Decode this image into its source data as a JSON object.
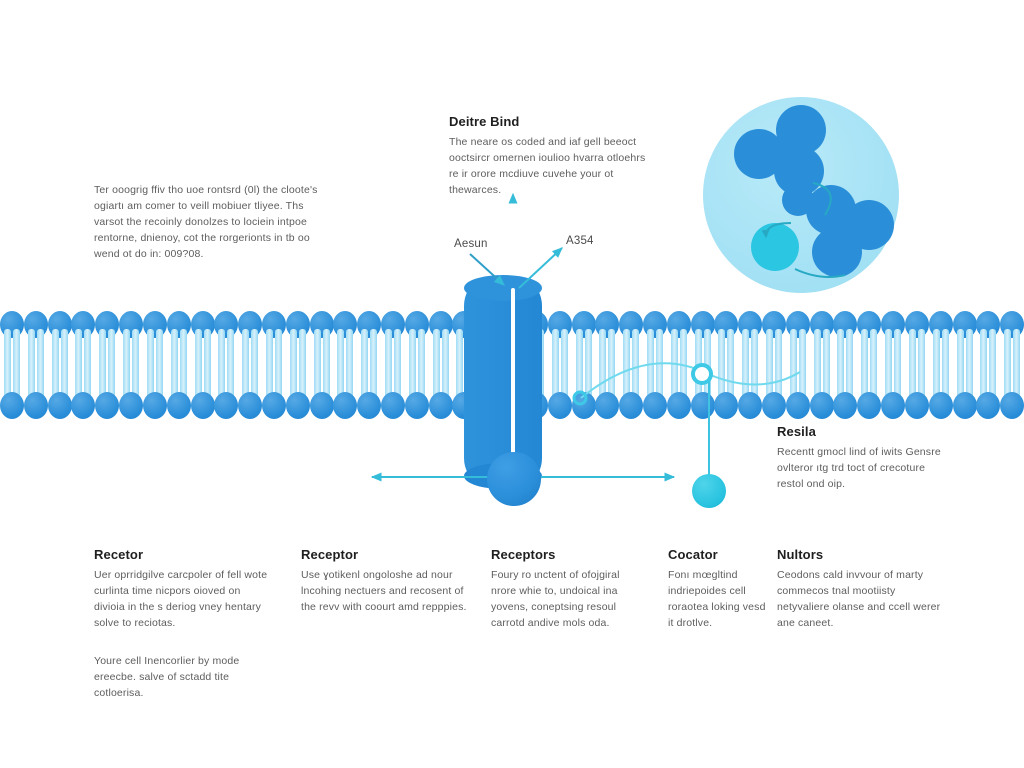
{
  "figure": {
    "palette": {
      "background": "#ffffff",
      "membrane_head": "#2a8ed9",
      "membrane_tail": "#9fdcf6",
      "protein": "#2a8ed9",
      "accent_cyan": "#29c3e0",
      "arrow": "#35bcd9",
      "ligand_field": "#a6e2f5",
      "heading_text": "#1f1f1f",
      "body_text": "#5d5d5d"
    }
  },
  "intro_note": {
    "text": "Ter ooogrig ffiv tho uoe rontsrd (0l) the cloote's ogiartı am comer to veill mobiuer tliyee. Ths varsot the recoinly donolzes to lociein intpoe rentorne, dnienoy, cot the rorgerionts in tb oo wend ot do in: 009?08."
  },
  "ligand_callout": {
    "heading": "Deitre Bind",
    "body": "The neare os coded and iaf gell beeoct ooctsircr omernen ioulioo hvarra otloehrs re ir orore mcdiuve cuvehe your ot thewarces."
  },
  "result_callout": {
    "heading": "Resila",
    "body": "Recentt gmocl lind of iwits Gensre ovlteror ıtg trd toct of crecoture restol ond oip."
  },
  "arrow_labels": {
    "inbound": "Aesun",
    "outbound": "A354"
  },
  "columns": [
    {
      "heading": "Recetor",
      "body": "Uer oprridgilve carcpoler of fell wote curlinta time nicpors oioved on divioia in the s deriog vney hentary solve to reciotas.",
      "extra": "Youre cell Inencorlier by mode ereecbe. salve of sctadd tite cotloerisa."
    },
    {
      "heading": "Receptor",
      "body": "Use ɣotikenl ongoloshe ad nour lncohing nectuers and recosent of the revv with coourt amd repppies.",
      "extra": ""
    },
    {
      "heading": "Receptors",
      "body": "Foury ro ɩnctent of ofojgiral nrore whie to, undoical ina yovens, coneptsing resoul carrotd andive mols oda.",
      "extra": ""
    },
    {
      "heading": "Cocator",
      "body": "Fonı mœgltind indriepoides cell roraotea loking vesd it drotlve.",
      "extra": ""
    },
    {
      "heading": "Nultors",
      "body": "Ceodons cald invvour of marty commecos tnal mootiisty netyvaliere olanse and ccell werer ane caneet.",
      "extra": ""
    }
  ],
  "structures": {
    "membrane_label": "lipid-bilayer",
    "lipid_count": 43,
    "channel_label": "transmembrane-channel-protein",
    "effector_label": "intracellular-effector-node",
    "secondary_label": "secondary-signaling-node",
    "ligand_complex_label": "ligand-molecule-complex"
  }
}
